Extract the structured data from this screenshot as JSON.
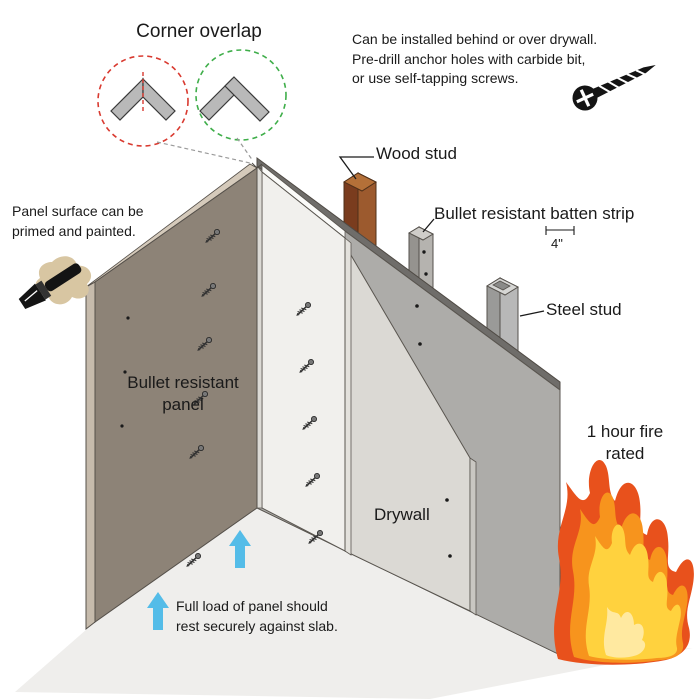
{
  "labels": {
    "corner_overlap": "Corner overlap",
    "wood_stud": "Wood stud",
    "batten_strip": "Bullet resistant batten strip",
    "batten_width": "4\"",
    "steel_stud": "Steel stud",
    "panel": "Bullet resistant\npanel",
    "drywall": "Drywall",
    "fire_rating": "1 hour fire\nrated"
  },
  "notes": {
    "install": "Can be installed behind or over drywall.\nPre-drill anchor holes with carbide bit,\nor use self-tapping screws.",
    "paint": "Panel surface can be\nprimed and painted.",
    "load": "Full load of panel should\nrest securely against slab."
  },
  "icons": {
    "screw": "screw-icon",
    "paintbrush": "paintbrush-icon",
    "flame": "flame-icon",
    "up_arrow": "up-arrow-icon",
    "corner_bad": "incorrect-miter-corner-icon",
    "corner_good": "correct-overlap-corner-icon"
  },
  "colors": {
    "text": "#1a1a1a",
    "bad_red": "#d93a30",
    "good_green": "#3fae4a",
    "arrow_blue": "#54bce8",
    "flame_outer": "#e8511c",
    "flame_mid": "#f7941d",
    "flame_inner": "#ffd23e",
    "flame_core": "#ffe9a0",
    "panel_face": "#8d8377",
    "panel_edge": "#c6bbac",
    "white_panel": "#f1f0ed",
    "drywall": "#dbd9d4",
    "back_panel": "#adaca9",
    "wood_stud": "#9c5a2e",
    "steel_stud": "#b8b8b8",
    "paint_blob": "#d8c6a2"
  }
}
